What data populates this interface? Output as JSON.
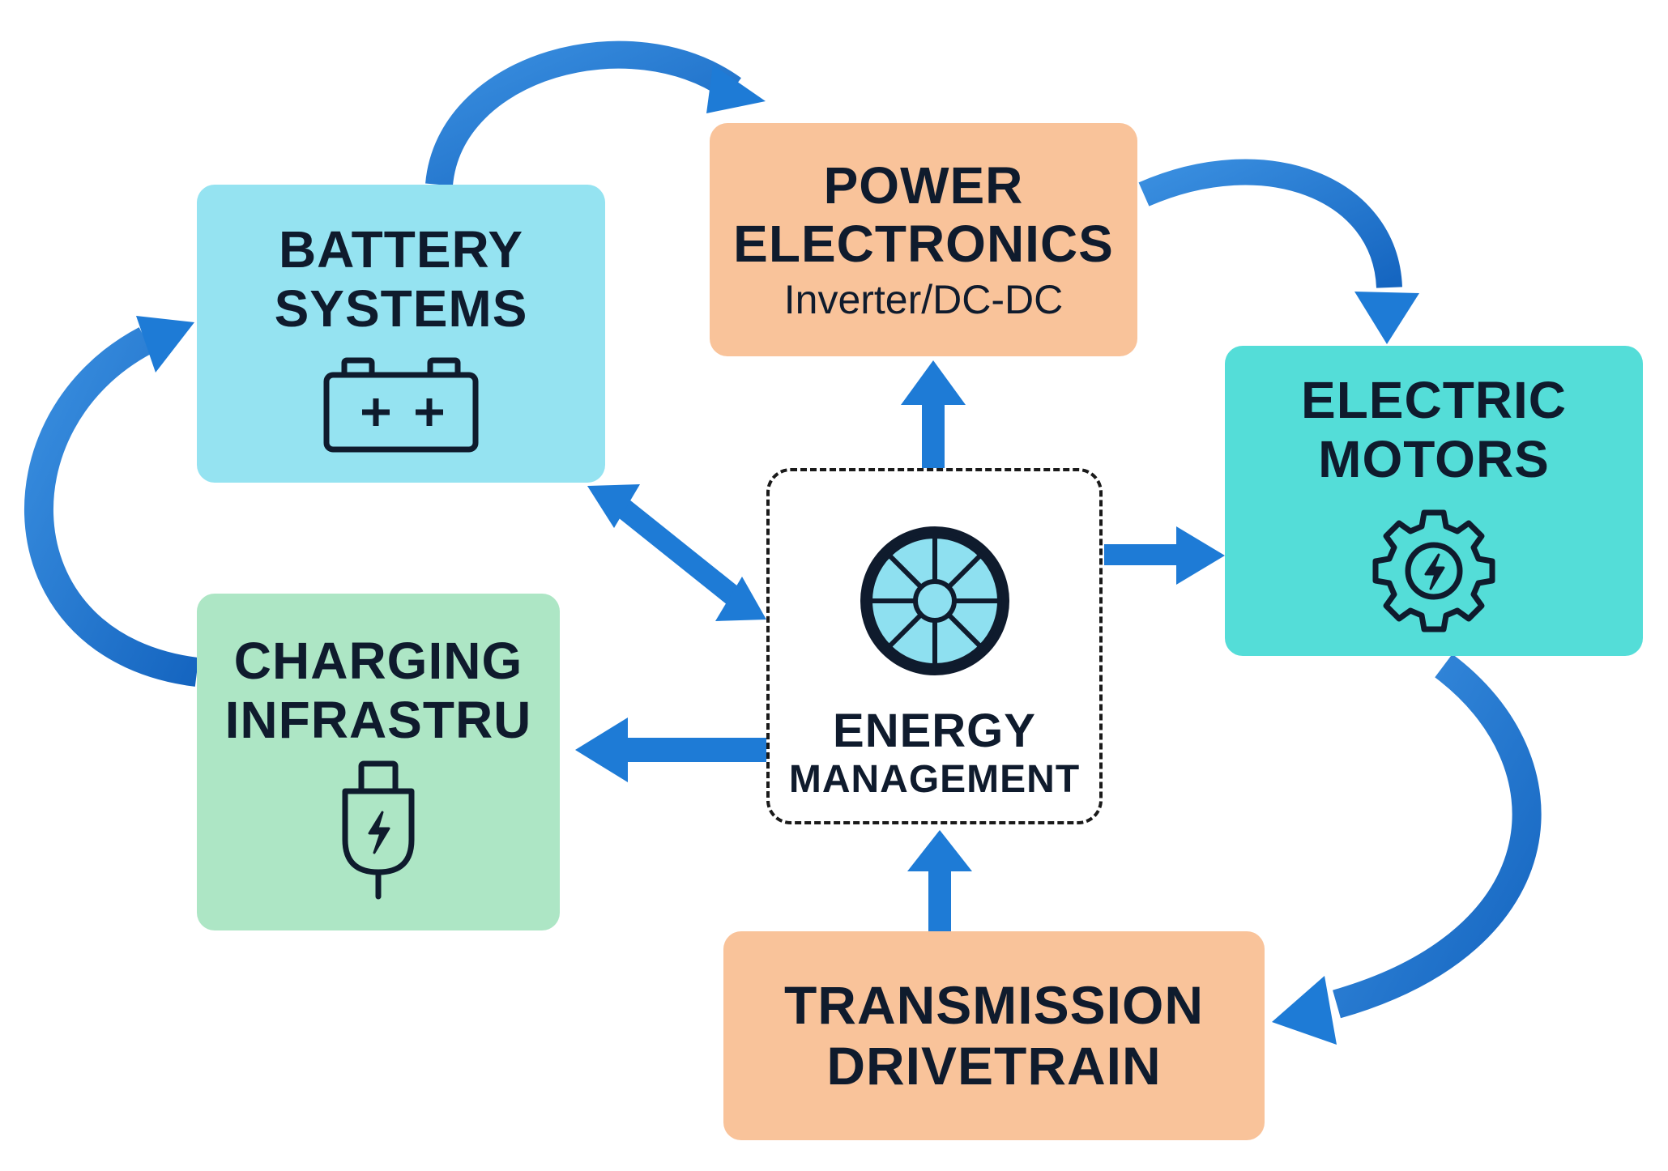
{
  "nodes": {
    "battery": {
      "title_line1": "BATTERY",
      "title_line2": "SYSTEMS",
      "icon": "battery-icon",
      "color": "#95e3f1"
    },
    "power": {
      "title_line1": "POWER",
      "title_line2": "ELECTRONICS",
      "subtitle": "Inverter/DC-DC",
      "color": "#f9c39a"
    },
    "motors": {
      "title_line1": "ELECTRIC",
      "title_line2": "MOTORS",
      "icon": "gear-lightning-icon",
      "color": "#54ddd8"
    },
    "charging": {
      "title_line1": "CHARGING",
      "title_line2": "INFRASTRU",
      "icon": "plug-icon",
      "color": "#ade6c5"
    },
    "energy": {
      "title_line1": "ENERGY",
      "title_line2": "MANAGEMENT",
      "icon": "wheel-icon"
    },
    "transmission": {
      "title_line1": "TRANSMISSION",
      "title_line2": "DRIVETRAIN",
      "color": "#f9c39a"
    }
  },
  "edges": [
    {
      "from": "battery",
      "to": "power",
      "style": "curved"
    },
    {
      "from": "power",
      "to": "motors",
      "style": "curved"
    },
    {
      "from": "motors",
      "to": "transmission",
      "style": "curved"
    },
    {
      "from": "charging",
      "to": "battery",
      "style": "curved"
    },
    {
      "from": "energy",
      "to": "power",
      "style": "straight"
    },
    {
      "from": "energy",
      "to": "motors",
      "style": "straight"
    },
    {
      "from": "energy",
      "to": "charging",
      "style": "straight"
    },
    {
      "from": "transmission",
      "to": "energy",
      "style": "straight"
    },
    {
      "from": "energy",
      "to": "battery",
      "style": "bidirectional"
    }
  ],
  "colors": {
    "arrow": "#1e7bd6",
    "arrow_dark": "#1565c0",
    "text": "#0f1b2d"
  }
}
